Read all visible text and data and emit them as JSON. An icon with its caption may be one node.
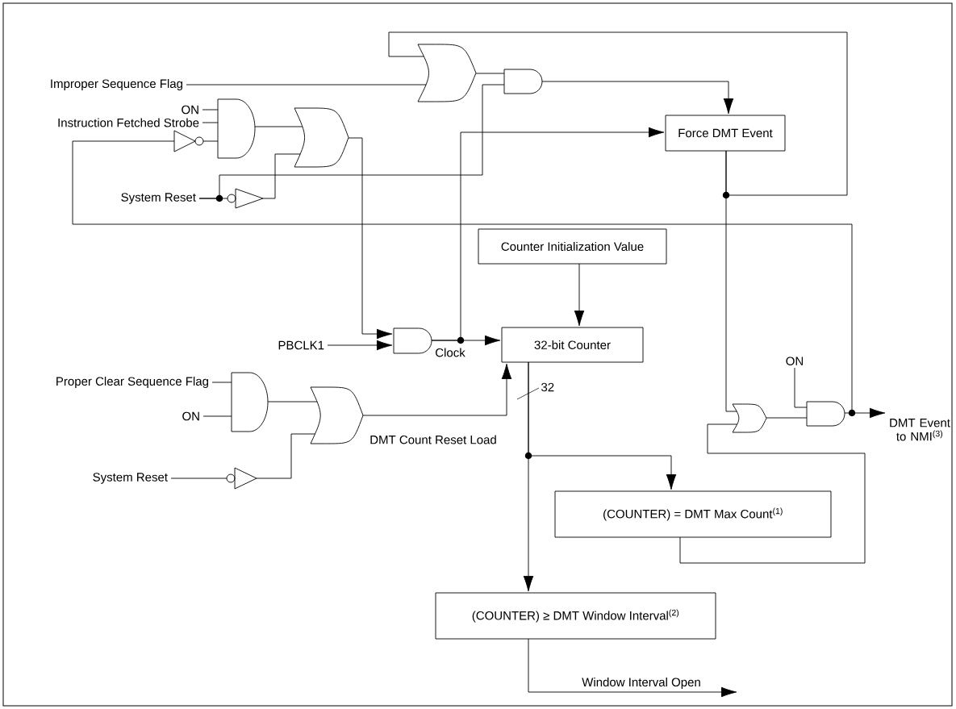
{
  "diagram": {
    "nodes": [
      {
        "text": [
          "Improper Sequence Flag"
        ]
      },
      {
        "text": [
          "ON"
        ]
      },
      {
        "text": [
          "Instruction Fetched Strobe"
        ]
      },
      {
        "text": [
          "System Reset"
        ]
      },
      {
        "text": [
          "PBCLK1"
        ]
      },
      {
        "text": [
          "Proper Clear Sequence Flag"
        ]
      },
      {
        "text": [
          "ON"
        ]
      },
      {
        "text": [
          "System Reset"
        ]
      },
      {
        "text": [
          "ON"
        ]
      },
      {
        "text": [
          "Force DMT Event"
        ]
      },
      {
        "text": [
          "Counter Initialization Value"
        ]
      },
      {
        "text": [
          "32-bit Counter"
        ]
      },
      {
        "text": [
          "(COUNTER) = DMT Max Count$^{(1)}$"
        ]
      },
      {
        "text": [
          "(COUNTER) ≥ DMT Window Interval$^{(2)}$"
        ]
      },
      {
        "text": [
          "DMT Event to NMI$^{(3)}$"
        ]
      },
      {
        "text": [],
        "shape": "or"
      },
      {
        "text": [],
        "shape": "and"
      },
      {
        "text": [],
        "shape": "and"
      },
      {
        "text": [],
        "shape": "not"
      },
      {
        "text": [],
        "shape": "or"
      },
      {
        "text": [],
        "shape": "not"
      },
      {
        "text": [],
        "shape": "and"
      },
      {
        "text": [],
        "shape": "and"
      },
      {
        "text": [],
        "shape": "or"
      },
      {
        "text": [],
        "shape": "not"
      },
      {
        "text": [],
        "shape": "or"
      },
      {
        "text": [],
        "shape": "and"
      }
    ],
    "edges": [
      {
        "from": 0,
        "to": 15,
        "arrow": "none"
      },
      {
        "from": 1,
        "to": 17,
        "arrow": "none"
      },
      {
        "from": 2,
        "to": 17,
        "arrow": "none"
      },
      {
        "from": 18,
        "to": 17,
        "arrow": "none"
      },
      {
        "from": 17,
        "to": 19,
        "arrow": "none"
      },
      {
        "from": 3,
        "to": 20,
        "arrow": "none"
      },
      {
        "from": 3,
        "to": 16,
        "arrow": "none"
      },
      {
        "from": 20,
        "to": 19,
        "arrow": "none"
      },
      {
        "from": 15,
        "to": 16,
        "arrow": "none"
      },
      {
        "from": 16,
        "to": 9,
        "arrow": "to"
      },
      {
        "from": 9,
        "to": 15,
        "arrow": "none"
      },
      {
        "from": 19,
        "to": 21,
        "arrow": "to"
      },
      {
        "from": 4,
        "to": 21,
        "arrow": "to"
      },
      {
        "from": 21,
        "to": 11,
        "arrow": "to",
        "label": "Clock"
      },
      {
        "from": 21,
        "to": 9,
        "arrow": "to"
      },
      {
        "from": 10,
        "to": 11,
        "arrow": "to"
      },
      {
        "from": 5,
        "to": 22,
        "arrow": "none"
      },
      {
        "from": 6,
        "to": 22,
        "arrow": "none"
      },
      {
        "from": 22,
        "to": 23,
        "arrow": "none"
      },
      {
        "from": 7,
        "to": 24,
        "arrow": "none"
      },
      {
        "from": 24,
        "to": 23,
        "arrow": "none"
      },
      {
        "from": 23,
        "to": 11,
        "arrow": "to",
        "label": "DMT Count Reset Load"
      },
      {
        "from": 11,
        "to": 12,
        "arrow": "to"
      },
      {
        "from": 11,
        "to": 13,
        "arrow": "to"
      },
      {
        "from": 9,
        "to": 25,
        "arrow": "none"
      },
      {
        "from": 12,
        "to": 25,
        "arrow": "none"
      },
      {
        "from": 25,
        "to": 26,
        "arrow": "none"
      },
      {
        "from": 8,
        "to": 26,
        "arrow": "none"
      },
      {
        "from": 26,
        "to": 14,
        "arrow": "to"
      },
      {
        "from": 26,
        "to": 18,
        "arrow": "none"
      },
      {
        "from": 13,
        "to": null,
        "arrow": "to",
        "label": "Window Interval Open"
      }
    ],
    "labels": [
      "32"
    ]
  }
}
